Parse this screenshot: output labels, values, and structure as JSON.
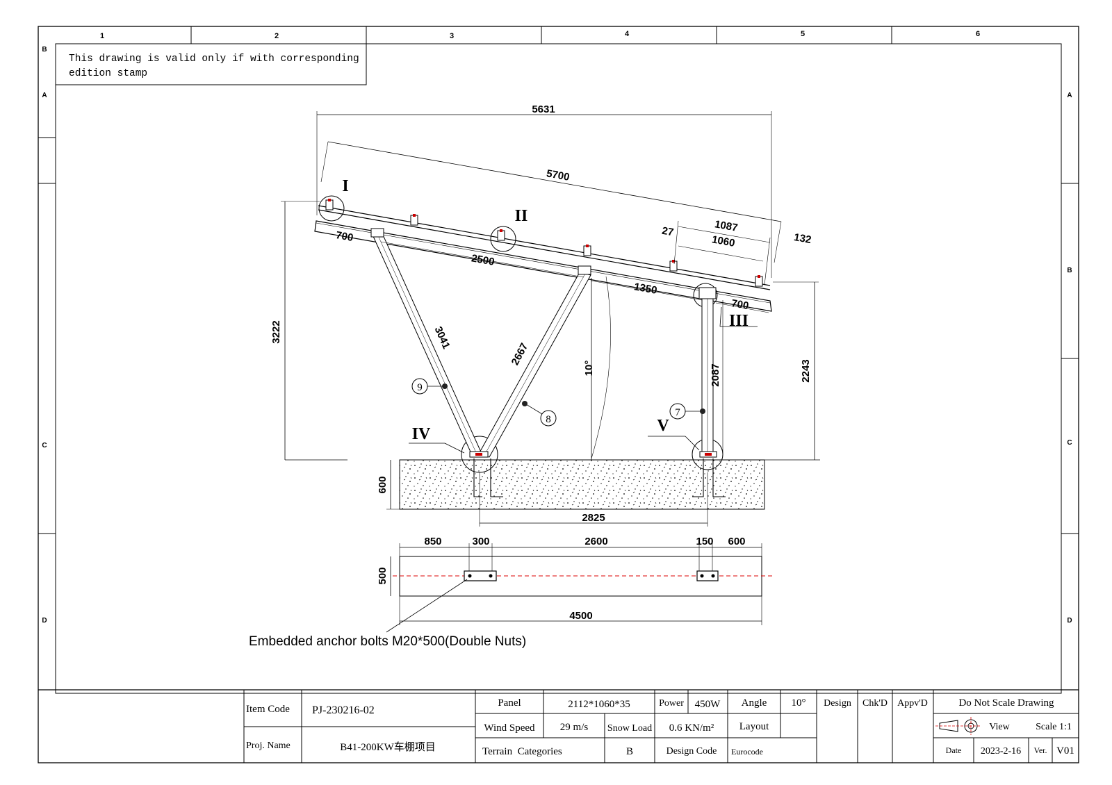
{
  "frame": {
    "columns": [
      "1",
      "2",
      "3",
      "4",
      "5",
      "6"
    ],
    "rows": [
      "B",
      "A",
      "B",
      "C",
      "D"
    ],
    "rows_left": [
      "B",
      "A",
      "C",
      "D"
    ],
    "rows_right": [
      "A",
      "B",
      "C",
      "D"
    ]
  },
  "note": {
    "line1": "This drawing is valid only if with corresponding",
    "line2": "edition stamp"
  },
  "elevation": {
    "dims": {
      "d5631": "5631",
      "d5700": "5700",
      "d700a": "700",
      "d2500": "2500",
      "d1350": "1350",
      "d700b": "700",
      "d27": "27",
      "d1087": "1087",
      "d1060": "1060",
      "d132": "132",
      "d3222": "3222",
      "d2243": "2243",
      "d3041": "3041",
      "d2667": "2667",
      "d2087": "2087",
      "angle": "10°",
      "d600": "600",
      "d2825": "2825"
    },
    "details": {
      "I": "I",
      "II": "II",
      "III": "III",
      "IV": "IV",
      "V": "V"
    },
    "callouts": {
      "c7": "7",
      "c8": "8",
      "c9": "9"
    }
  },
  "plan": {
    "dims": {
      "d850": "850",
      "d300": "300",
      "d2600": "2600",
      "d150": "150",
      "d600": "600",
      "d500": "500",
      "d4500": "4500"
    },
    "anchor_label": "Embedded anchor bolts  M20*500(Double Nuts)"
  },
  "title_block": {
    "item_code_label": "Item Code",
    "item_code": "PJ-230216-02",
    "proj_name_label": "Proj. Name",
    "proj_name": "B41-200KW车棚项目",
    "panel_label": "Panel",
    "panel": "2112*1060*35",
    "power_label": "Power",
    "power": "450W",
    "angle_label": "Angle",
    "angle": "10°",
    "design_label": "Design",
    "chkd_label": "Chk'D",
    "appvd_label": "Appv'D",
    "do_not_scale": "Do Not Scale Drawing",
    "wind_label": "Wind Speed",
    "wind": "29 m/s",
    "snow_label": "Snow Load",
    "snow": "0.6 KN/m²",
    "layout_label": "Layout",
    "view_label": "View",
    "scale": "Scale 1:1",
    "terrain_label": "Terrain  Categories",
    "terrain": "B",
    "design_code_label": "Design Code",
    "design_code": "Eurocode",
    "date_label": "Date",
    "date": "2023-2-16",
    "ver_label": "Ver.",
    "ver": "V01"
  }
}
